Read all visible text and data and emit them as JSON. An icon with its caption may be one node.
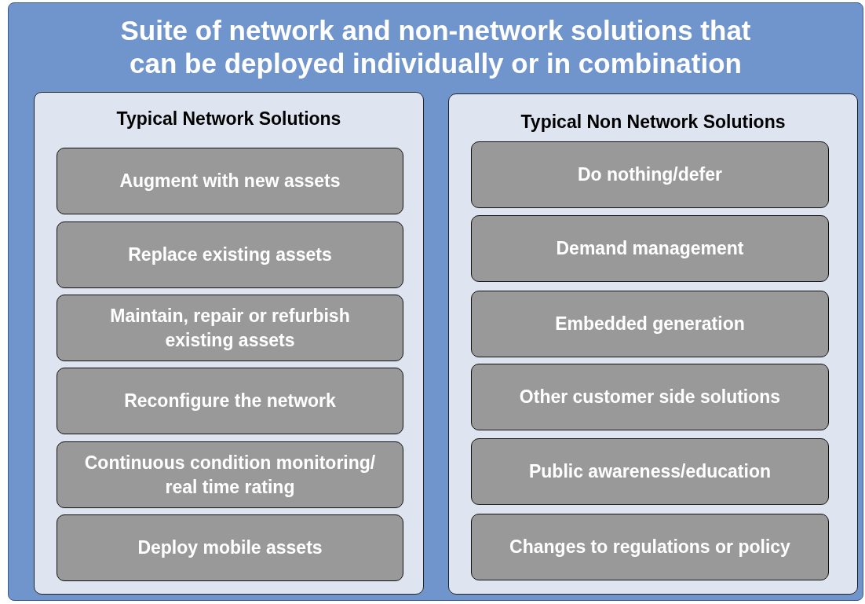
{
  "diagram": {
    "nodes": [
      {
        "text": [
          "Suite of network and non-network solutions that can be deployed individually or in combination"
        ]
      },
      {
        "text": [
          "Typical Network Solutions"
        ],
        "in": 0
      },
      {
        "text": [
          "Augment with new assets"
        ],
        "in": 1
      },
      {
        "text": [
          "Replace existing assets"
        ],
        "in": 1
      },
      {
        "text": [
          "Maintain, repair or refurbish existing assets"
        ],
        "in": 1
      },
      {
        "text": [
          "Reconfigure the network"
        ],
        "in": 1
      },
      {
        "text": [
          "Continuous condition monitoring/ real time rating"
        ],
        "in": 1
      },
      {
        "text": [
          "Deploy mobile assets"
        ],
        "in": 1
      },
      {
        "text": [
          "Typical Non Network Solutions"
        ],
        "in": 0
      },
      {
        "text": [
          "Do nothing/defer"
        ],
        "in": 8
      },
      {
        "text": [
          "Demand management"
        ],
        "in": 8
      },
      {
        "text": [
          "Embedded generation"
        ],
        "in": 8
      },
      {
        "text": [
          "Other customer side solutions"
        ],
        "in": 8
      },
      {
        "text": [
          "Public awareness/education"
        ],
        "in": 8
      },
      {
        "text": [
          "Changes to regulations or policy"
        ],
        "in": 8
      }
    ]
  }
}
